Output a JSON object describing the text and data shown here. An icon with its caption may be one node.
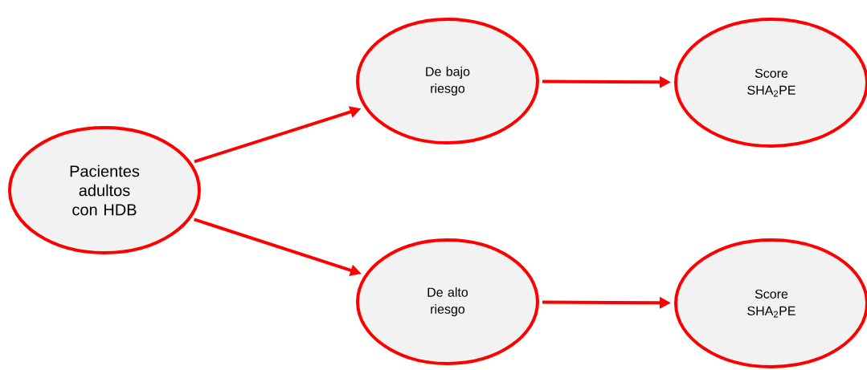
{
  "diagram": {
    "nodes": [
      {
        "text": [
          "Pacientes adultos con HDB"
        ]
      },
      {
        "text": [
          "De bajo riesgo"
        ]
      },
      {
        "text": [
          "Score SHA$_{2}$PE"
        ]
      },
      {
        "text": [
          "De alto riesgo"
        ]
      },
      {
        "text": [
          "Score SHA$_{2}$PE"
        ]
      }
    ],
    "edges": [
      {
        "from": 0,
        "to": 1,
        "arrow": "to"
      },
      {
        "from": 1,
        "to": 2,
        "arrow": "to"
      },
      {
        "from": 0,
        "to": 3,
        "arrow": "to"
      },
      {
        "from": 3,
        "to": 4,
        "arrow": "to"
      }
    ]
  }
}
